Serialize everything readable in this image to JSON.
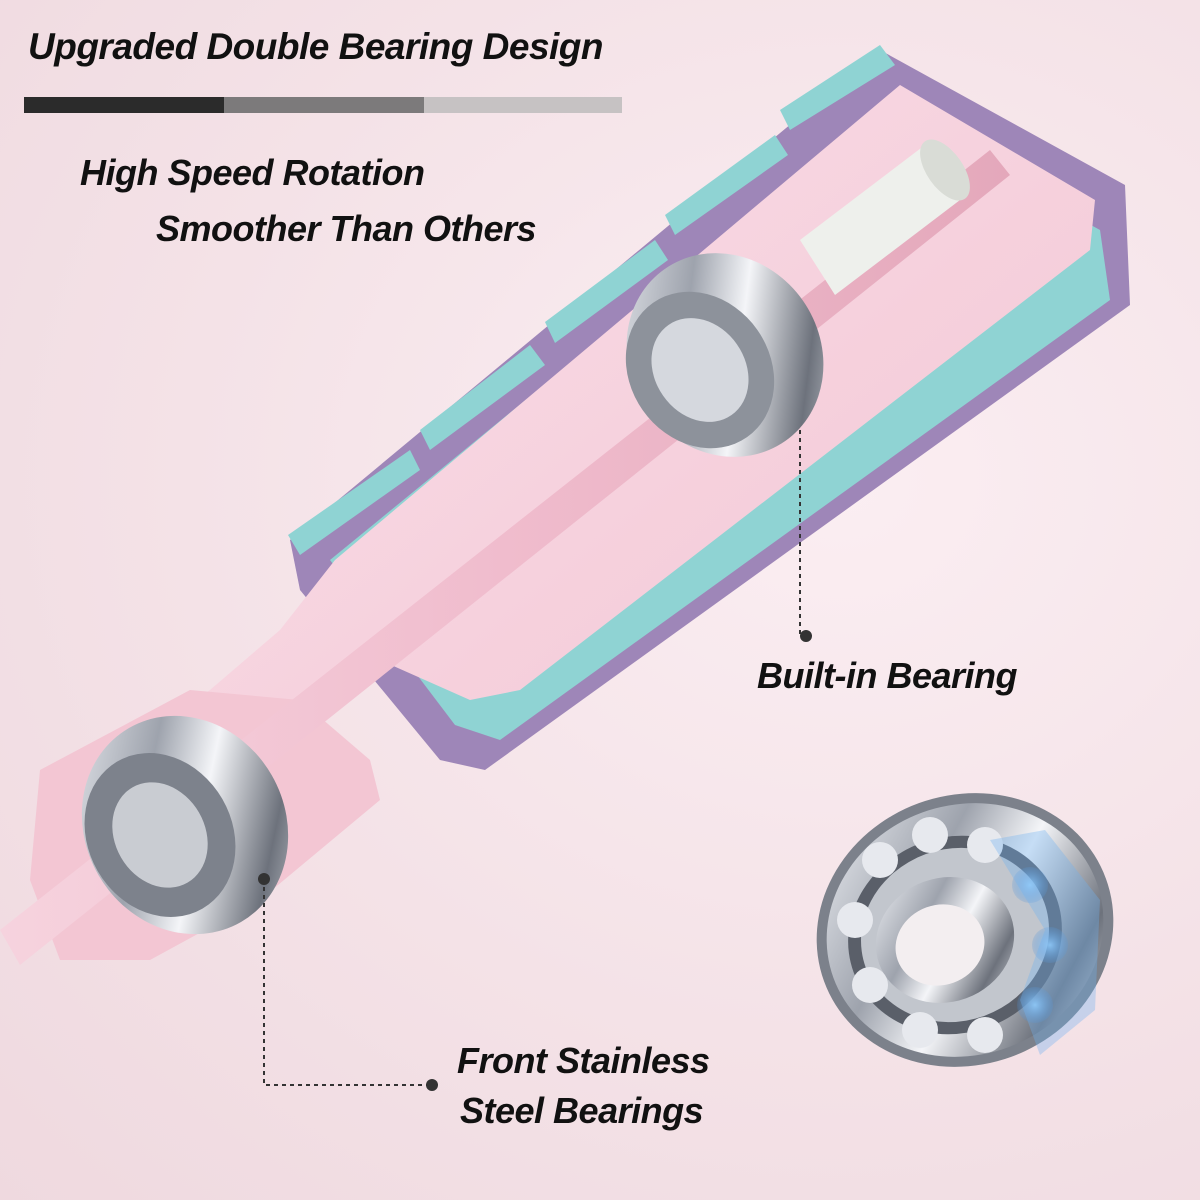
{
  "headline": "Upgraded Double Bearing Design",
  "features": {
    "line1": "High Speed Rotation",
    "line2": "Smoother Than Others"
  },
  "callouts": {
    "built_in": "Built-in Bearing",
    "front_line1": "Front Stainless",
    "front_line2": "Steel Bearings"
  },
  "colors": {
    "handle_pink": "#f3c6d3",
    "shell_teal": "#8fd3d3",
    "shell_purple": "#9e86b8",
    "steel": "#b9bcc4",
    "bar_dark": "#2b2b2b",
    "bar_mid": "#7c7a7b",
    "bar_light": "#c6c2c3"
  }
}
